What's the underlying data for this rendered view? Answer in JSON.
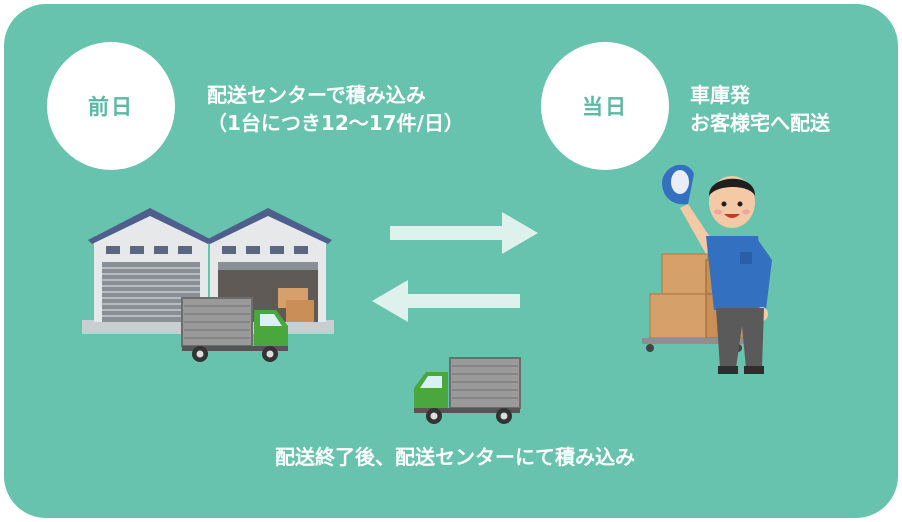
{
  "day_before": {
    "label": "前日",
    "description_line1": "配送センターで積み込み",
    "description_line2": "（1台につき12〜17件/日）"
  },
  "same_day": {
    "label": "当日",
    "description_line1": "車庫発",
    "description_line2": "お客様宅へ配送"
  },
  "caption": "配送終了後、配送センターにて積み込み",
  "colors": {
    "background": "#67c3ad",
    "circle": "#ffffff",
    "label_text": "#5ab9a3",
    "arrow": "#dff1ec",
    "truck_cab": "#4aa73d",
    "cargo": "#9a9a9a",
    "shirt": "#3470c0"
  },
  "icons": [
    "warehouse-icon",
    "truck-icon",
    "arrow-right-icon",
    "arrow-left-icon",
    "delivery-worker-icon",
    "boxes-cart-icon"
  ]
}
